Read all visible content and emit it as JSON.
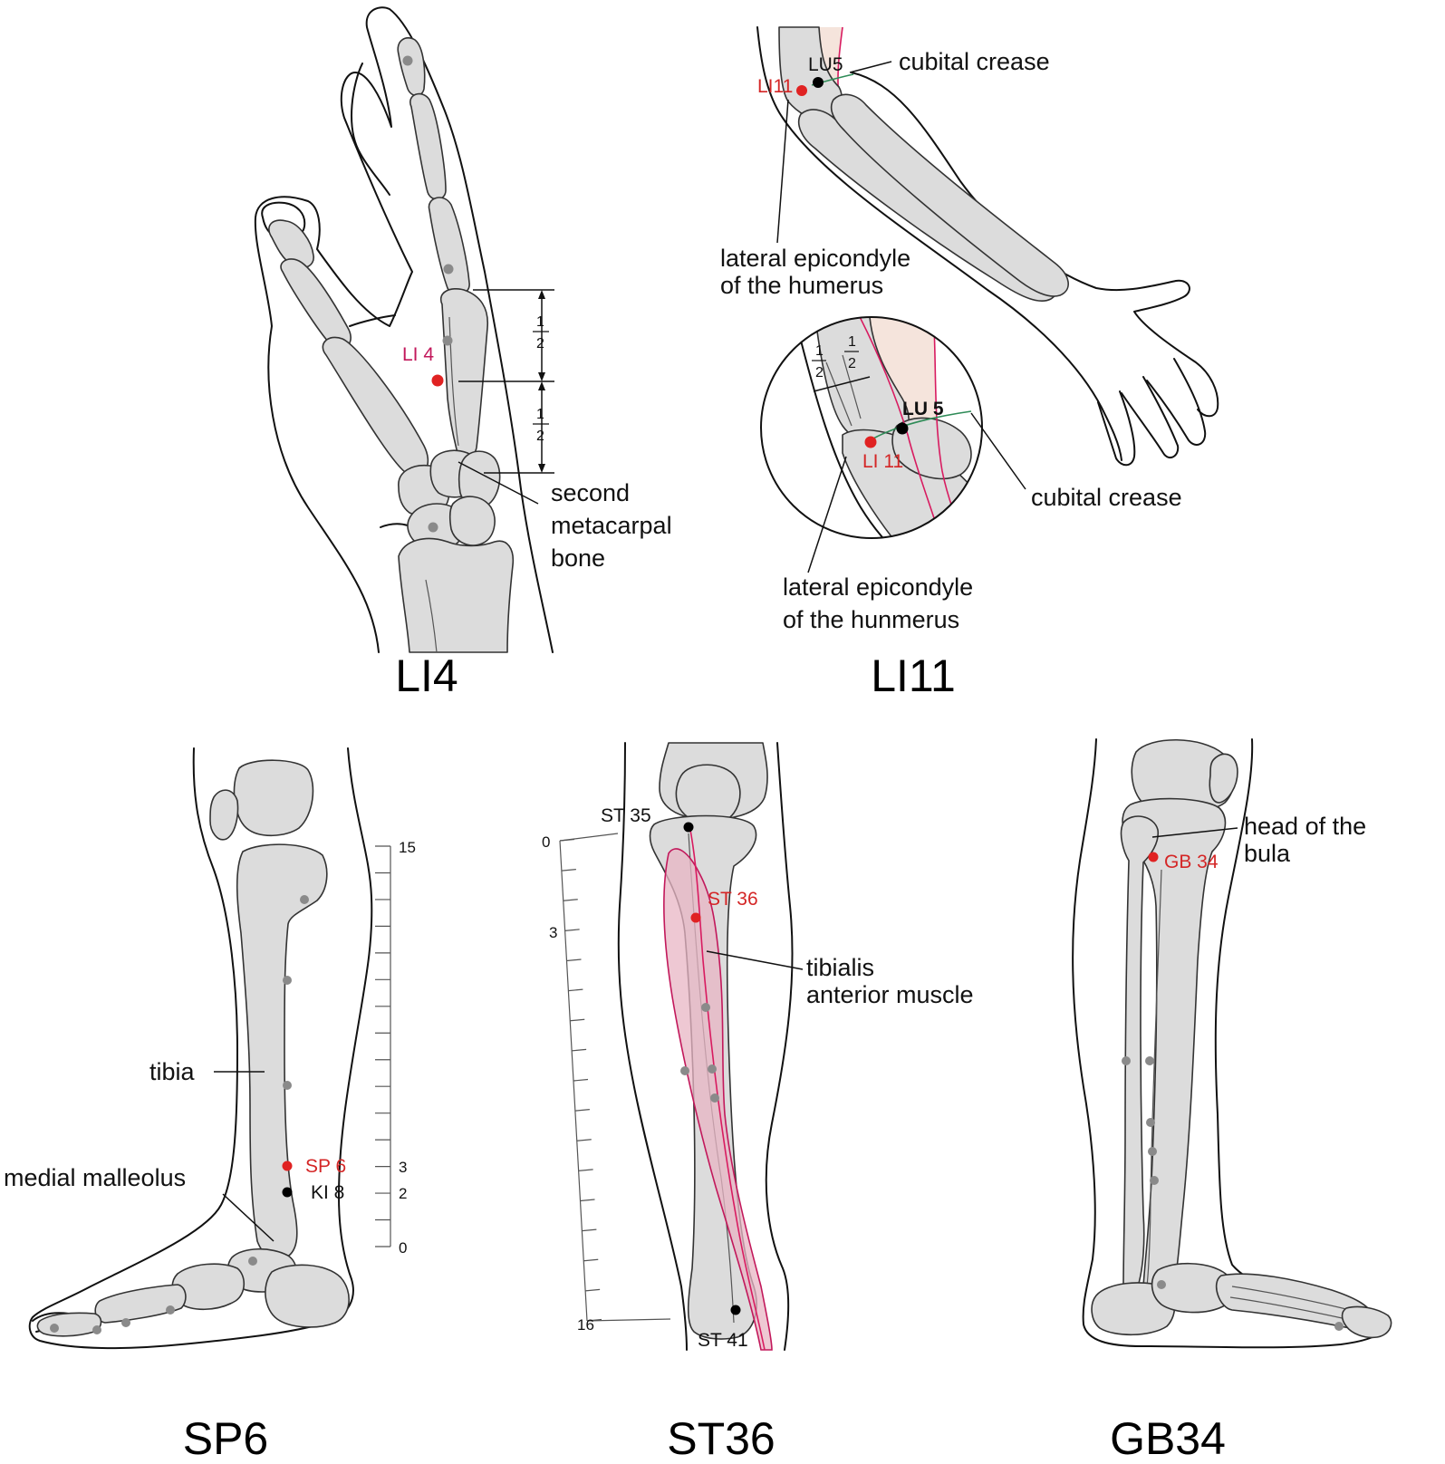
{
  "figures": {
    "li4": {
      "title": "LI4",
      "point_label": "LI 4",
      "annotation": "second\nmetacarpal\nbone",
      "annotation_lines": [
        "second",
        "metacarpal",
        "bone"
      ],
      "fraction_numerator": "1",
      "fraction_denominator": "2"
    },
    "li11": {
      "title": "LI11",
      "top_labels": {
        "lu5": "LU5",
        "li11": "LI11",
        "cubital_crease": "cubital crease",
        "lateral_epicondyle_line1": "lateral epicondyle",
        "lateral_epicondyle_line2": "of the humerus"
      },
      "inset_labels": {
        "lu5": "LU 5",
        "li11": "LI 11",
        "cubital_crease": "cubital crease",
        "lateral_epicondyle_line1": "lateral epicondyle",
        "lateral_epicondyle_line2": "of the hunmerus"
      },
      "fraction_numerator": "1",
      "fraction_denominator": "2"
    },
    "sp6": {
      "title": "SP6",
      "labels": {
        "tibia": "tibia",
        "medial_malleolus": "medial malleolus",
        "sp6": "SP 6",
        "ki8": "KI 8"
      },
      "scale_ticks": [
        "15",
        "3",
        "2",
        "0"
      ]
    },
    "st36": {
      "title": "ST36",
      "labels": {
        "st35": "ST 35",
        "st36": "ST 36",
        "st41": "ST 41",
        "muscle_line1": "tibialis",
        "muscle_line2": "anterior muscle"
      },
      "scale_ticks": [
        "0",
        "3",
        "16"
      ]
    },
    "gb34": {
      "title": "GB34",
      "labels": {
        "gb34": "GB 34",
        "head_line1": "head of the",
        "head_line2": "bula"
      }
    }
  },
  "colors": {
    "acupoint": "#e02222",
    "reference_point": "#000000",
    "minor_point": "#8a8a8a",
    "meridian": "#d81b60",
    "crease": "#2e8b57",
    "bone_fill": "#dcdcdc"
  }
}
